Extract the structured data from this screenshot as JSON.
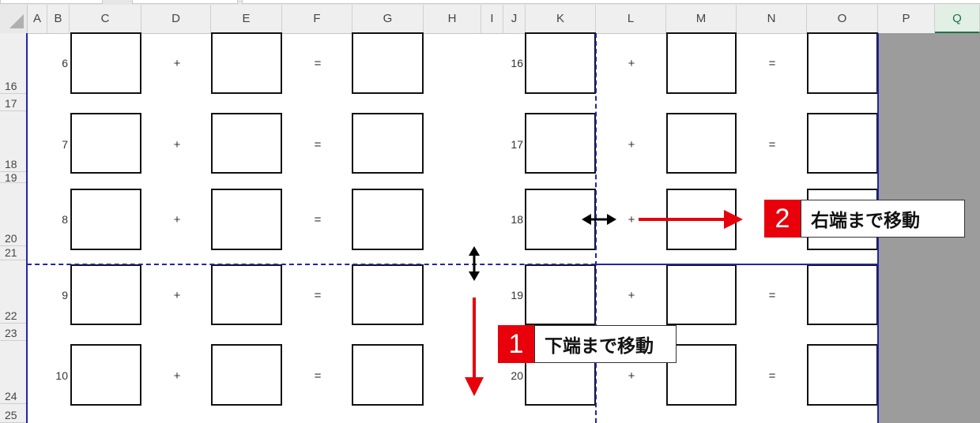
{
  "columns": [
    "A",
    "B",
    "C",
    "D",
    "E",
    "F",
    "G",
    "H",
    "I",
    "J",
    "K",
    "L",
    "M",
    "N",
    "O",
    "P",
    "Q"
  ],
  "selected_column": "Q",
  "rows": [
    "16",
    "17",
    "18",
    "19",
    "20",
    "21",
    "22",
    "23",
    "24",
    "25"
  ],
  "left_problems": [
    "6",
    "7",
    "8",
    "9",
    "10"
  ],
  "right_problems": [
    "16",
    "17",
    "18",
    "19",
    "20"
  ],
  "plus": "+",
  "equals": "=",
  "callout_bottom": {
    "badge": "1",
    "text": "下端まで移動"
  },
  "callout_right": {
    "badge": "2",
    "text": "右端まで移動"
  },
  "colors": {
    "accent_red": "#e8000b",
    "page_break_blue": "#2323b0",
    "selected_green": "#217346",
    "outside_print_gray": "#9c9c9c"
  },
  "icons": [
    "select-all-triangle-icon",
    "horizontal-resize-arrow-icon",
    "vertical-resize-arrow-icon",
    "down-arrow-icon",
    "right-arrow-icon"
  ]
}
